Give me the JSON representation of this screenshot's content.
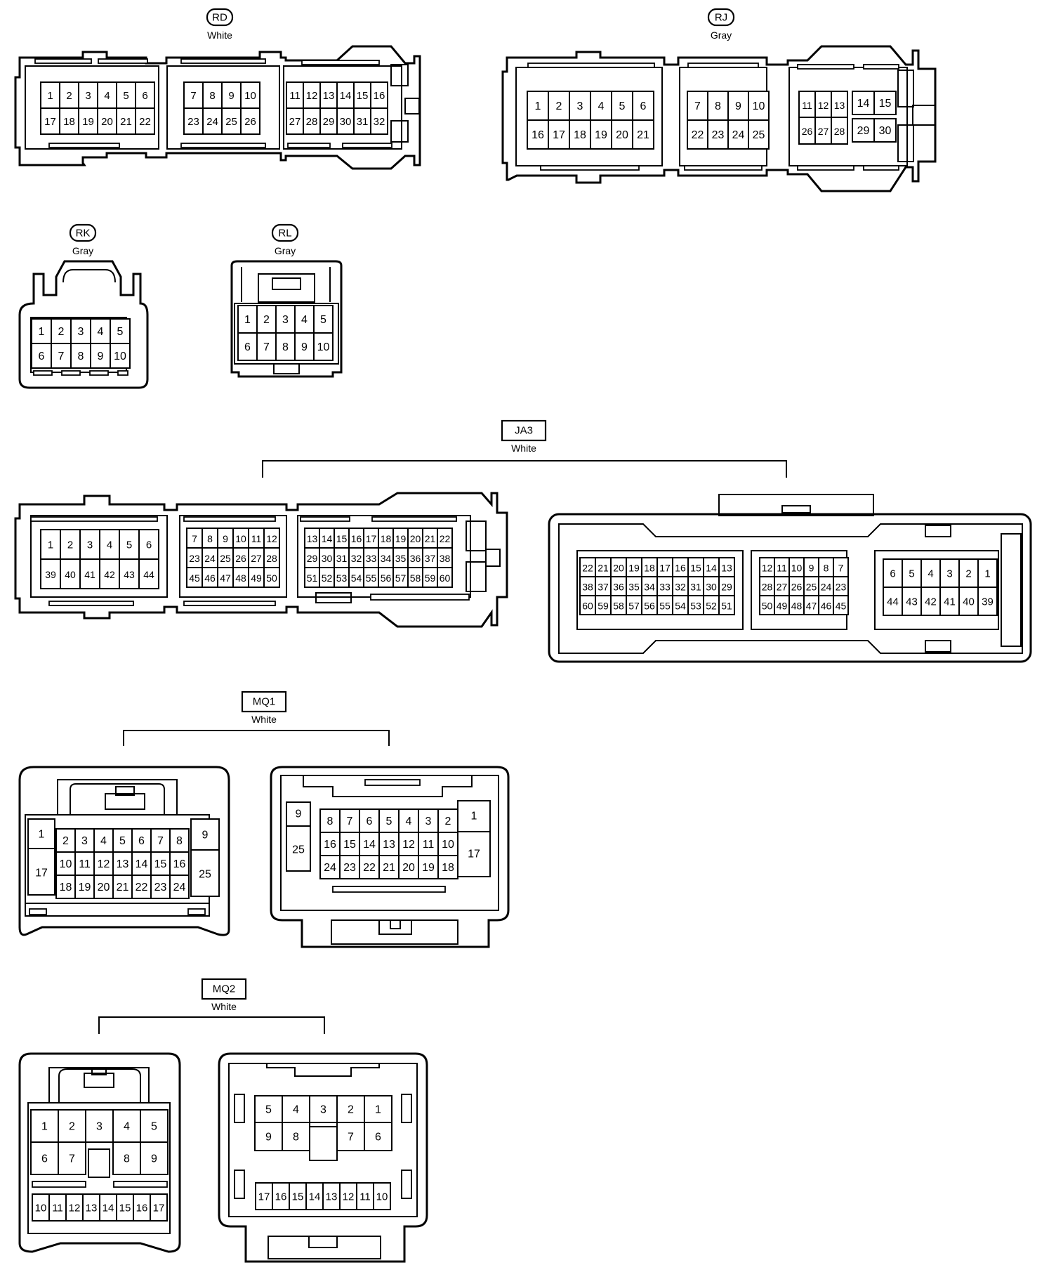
{
  "connectors": [
    {
      "id": "RD",
      "color": "White",
      "badge": "pill",
      "pins": [
        [
          "1",
          "2",
          "3",
          "4",
          "5",
          "6",
          "7",
          "8",
          "9",
          "10",
          "11",
          "12",
          "13",
          "14",
          "15",
          "16"
        ],
        [
          "17",
          "18",
          "19",
          "20",
          "21",
          "22",
          "23",
          "24",
          "25",
          "26",
          "27",
          "28",
          "29",
          "30",
          "31",
          "32"
        ]
      ]
    },
    {
      "id": "RJ",
      "color": "Gray",
      "badge": "pill",
      "pins": [
        [
          "1",
          "2",
          "3",
          "4",
          "5",
          "6",
          "7",
          "8",
          "9",
          "10",
          "11",
          "12",
          "13",
          "14",
          "15"
        ],
        [
          "16",
          "17",
          "18",
          "19",
          "20",
          "21",
          "22",
          "23",
          "24",
          "25",
          "26",
          "27",
          "28",
          "29",
          "30"
        ]
      ]
    },
    {
      "id": "RK",
      "color": "Gray",
      "badge": "pill",
      "pins": [
        [
          "1",
          "2",
          "3",
          "4",
          "5"
        ],
        [
          "6",
          "7",
          "8",
          "9",
          "10"
        ]
      ]
    },
    {
      "id": "RL",
      "color": "Gray",
      "badge": "pill",
      "pins": [
        [
          "1",
          "2",
          "3",
          "4",
          "5"
        ],
        [
          "6",
          "7",
          "8",
          "9",
          "10"
        ]
      ]
    },
    {
      "id": "JA3",
      "color": "White",
      "badge": "box",
      "pins": [
        [
          "1",
          "2",
          "3",
          "4",
          "5",
          "6",
          "7",
          "8",
          "9",
          "10",
          "11",
          "12",
          "13",
          "14",
          "15",
          "16",
          "17",
          "18",
          "19",
          "20",
          "21",
          "22"
        ],
        [
          "23",
          "24",
          "25",
          "26",
          "27",
          "28",
          "29",
          "30",
          "31",
          "32",
          "33",
          "34",
          "35",
          "36",
          "37",
          "38"
        ],
        [
          "39",
          "40",
          "41",
          "42",
          "43",
          "44",
          "45",
          "46",
          "47",
          "48",
          "49",
          "50",
          "51",
          "52",
          "53",
          "54",
          "55",
          "56",
          "57",
          "58",
          "59",
          "60"
        ]
      ]
    },
    {
      "id": "MQ1",
      "color": "White",
      "badge": "box",
      "pins": [
        [
          "1",
          "2",
          "3",
          "4",
          "5",
          "6",
          "7",
          "8",
          "9"
        ],
        [
          "10",
          "11",
          "12",
          "13",
          "14",
          "15",
          "16",
          "17"
        ],
        [
          "18",
          "19",
          "20",
          "21",
          "22",
          "23",
          "24",
          "25"
        ]
      ]
    },
    {
      "id": "MQ2",
      "color": "White",
      "badge": "box",
      "pins": [
        [
          "1",
          "2",
          "3",
          "4",
          "5",
          "6",
          "7",
          "8",
          "9"
        ],
        [
          "10",
          "11",
          "12",
          "13",
          "14",
          "15",
          "16",
          "17"
        ]
      ]
    }
  ]
}
